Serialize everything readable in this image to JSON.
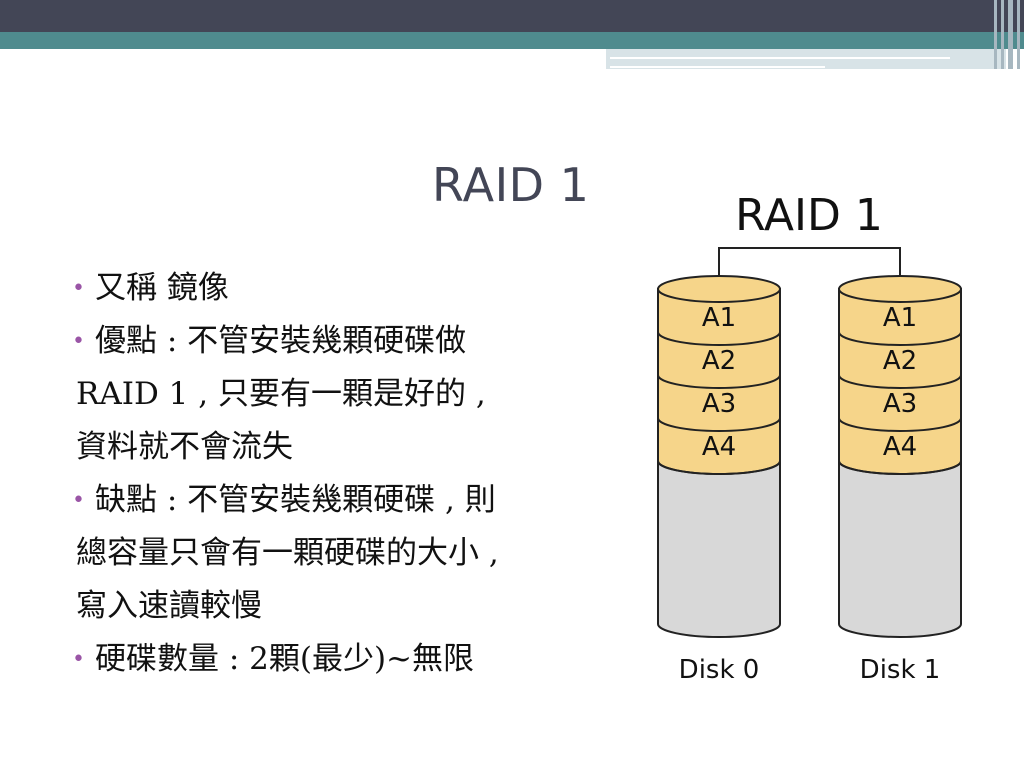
{
  "slide": {
    "title": "RAID 1",
    "bullets": [
      {
        "lines": [
          "又稱 鏡像"
        ]
      },
      {
        "lines": [
          "優點 : 不管安裝幾顆硬碟做",
          "RAID 1 , 只要有一顆是好的 ,",
          "資料就不會流失"
        ]
      },
      {
        "lines": [
          "缺點 : 不管安裝幾顆硬碟 , 則",
          "總容量只會有一顆硬碟的大小 ,",
          "寫入速讀較慢"
        ]
      },
      {
        "lines": [
          "硬碟數量 : 2顆(最少)~無限"
        ]
      }
    ]
  },
  "diagram": {
    "title": "RAID 1",
    "disks": [
      {
        "label": "Disk 0",
        "blocks": [
          "A1",
          "A2",
          "A3",
          "A4"
        ]
      },
      {
        "label": "Disk 1",
        "blocks": [
          "A1",
          "A2",
          "A3",
          "A4"
        ]
      }
    ],
    "colors": {
      "block": "#f6d58a",
      "empty": "#d8d8d8",
      "stroke": "#222222"
    }
  },
  "theme": {
    "accent_dark": "#434656",
    "accent_teal": "#4f8b8e",
    "bullet": "#9a55a6"
  }
}
